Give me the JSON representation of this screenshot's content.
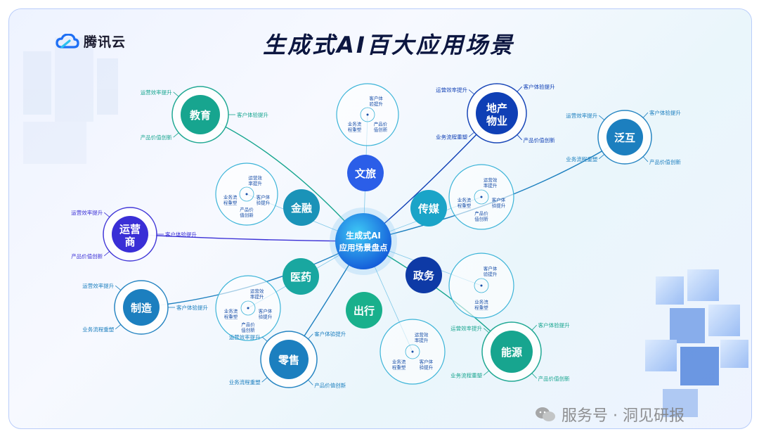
{
  "header": {
    "brand": "腾讯云",
    "title": "生成式AI百大应用场景"
  },
  "center": {
    "line1": "生成式AI",
    "line2": "应用场景盘点"
  },
  "categories": [
    {
      "id": "edu",
      "label": "教育",
      "color": "#17a58f",
      "branches": [
        "运营效率提升",
        "客户体验提升",
        "产品价值创新"
      ]
    },
    {
      "id": "carrier",
      "label": "运营商",
      "color": "#3a2fd6",
      "branches": [
        "运营效率提升",
        "客户体验提升",
        "产品价值创新"
      ]
    },
    {
      "id": "manufacturing",
      "label": "制造",
      "color": "#1c7fbf",
      "branches": [
        "运营效率提升",
        "客户体验提升",
        "业务流程重塑"
      ]
    },
    {
      "id": "retail",
      "label": "零售",
      "color": "#1c7fbf",
      "branches": [
        "运营效率提升",
        "客户体验提升",
        "产品价值创新",
        "业务流程重塑"
      ]
    },
    {
      "id": "realestate",
      "label": "地产物业",
      "color": "#0f3fb5",
      "branches": [
        "运营效率提升",
        "客户体验提升",
        "产品价值创新",
        "业务流程重塑"
      ]
    },
    {
      "id": "pan",
      "label": "泛互",
      "color": "#1c7fbf",
      "branches": [
        "运营效率提升",
        "客户体验提升",
        "产品价值创新",
        "业务流程重塑"
      ]
    },
    {
      "id": "energy",
      "label": "能源",
      "color": "#17a58f",
      "branches": [
        "运营效率提升",
        "客户体验提升",
        "产品价值创新",
        "业务流程重塑"
      ]
    }
  ],
  "inner_nodes": [
    {
      "id": "wenlv",
      "label": "文旅",
      "color": "#2b5ee8"
    },
    {
      "id": "chuanmei",
      "label": "传媒",
      "color": "#1aa4c8"
    },
    {
      "id": "jinrong",
      "label": "金融",
      "color": "#1a93b8"
    },
    {
      "id": "zhengwu",
      "label": "政务",
      "color": "#0e3aa6"
    },
    {
      "id": "yiyao",
      "label": "医药",
      "color": "#19a7a0"
    },
    {
      "id": "chuxing",
      "label": "出行",
      "color": "#19b08c"
    }
  ],
  "rings": [
    {
      "id": "wenlv-ring",
      "labels": [
        "客户体验提升",
        "产品价值创新",
        "业务流程重塑"
      ]
    },
    {
      "id": "jinrong-ring",
      "labels": [
        "运营效率提升",
        "客户体验提升",
        "产品价值创新",
        "业务流程重塑"
      ]
    },
    {
      "id": "chuanmei-ring",
      "labels": [
        "运营效率提升",
        "客户体验提升",
        "产品价值创新",
        "业务流程重塑"
      ]
    },
    {
      "id": "zhengwu-ring",
      "labels": [
        "客户体验提升",
        "业务流程重塑"
      ]
    },
    {
      "id": "yiyao-ring",
      "labels": [
        "运营效率提升",
        "客户体验提升",
        "产品价值创新",
        "业务流程重塑"
      ]
    },
    {
      "id": "chuxing-ring",
      "labels": [
        "运营效率提升",
        "客户体验提升",
        "业务流程重塑"
      ]
    }
  ],
  "footer": {
    "watermark": "服务号 · 洞见研报"
  }
}
